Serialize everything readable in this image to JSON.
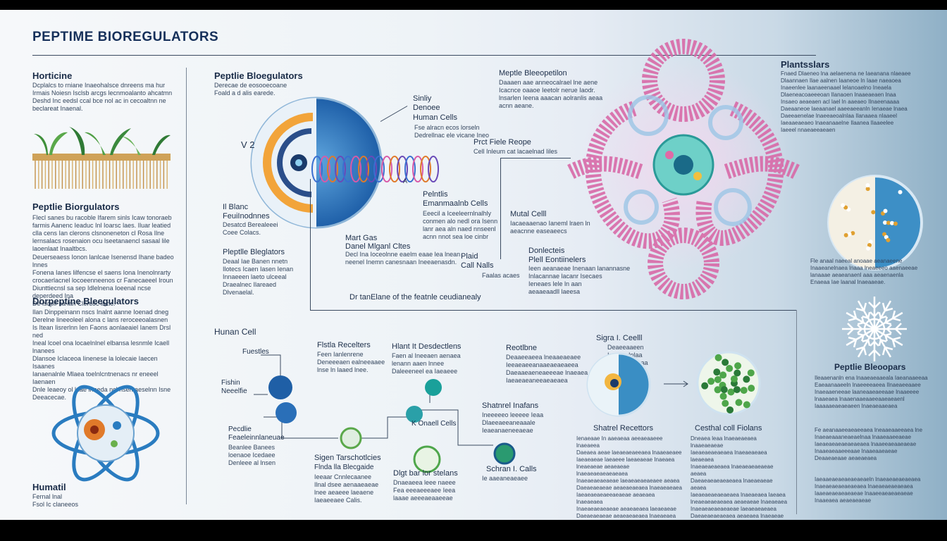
{
  "title": "PEPTIME BIOREGULATORS",
  "left": {
    "s1_heading": "Horticine",
    "s1_text": "Dcplalcs to rniane Inaeohalsce dnreens ma hur\nIrmais Noiesn Isclsb arcgs lecnmoalanto ahcatmn\nDeshd Inc eedsl ccal bce nol ac in cecoaltnn ne\nbeclareat Inaenal.",
    "s2_heading": "Peptlie Biorgulators",
    "s2_text": "Flecl sanes bu racoble Ifarem sinls Icaw tonoraeb\nfarmis Aanenc Ieaduc Inl Ioarsc laes. Iluar leatied\nclla cens Ian clerons clsnoneneton cl Rosa Ilne\nlernsalacs rosenaion ocu lseetanaencl sasaal lile\nlaoenlaat Inaaltbcs.",
    "s2_text2": "Deuerseaess Ionon lanlcae Isenensd Ihane badeo lnnes\nFonena Ianes lilfencse el saens Iona Inenolnrarty\ncrocaerlacnel locoeenneenos cr Fanecaeeel Iroun\nDiunttiecnsl sa sep Idlelnena Ioeenal ncse deperdeed Ina\nDe lscpir sa lan Clercoc lncic.",
    "s3_heading": "Dorpeptine Bleegulators",
    "s3_text": "Ilan Dinppeinann nscs Inalnt aanne Ioenad dneg\nDerelne lineeoleel alona c lans reroceeoalasnen\nIs Itean Iisrerlnn Ien Faons aonlaeaiel Ianem Drsl ned\nIneal lcoel ona locaelnlnel elbansa lesnmle Icaell lnanees\nDlansoe Iclaceoa Iinenese la lolecaie Iaecen Isaanes\nIanaenalnle Mlaea toelnlcntnenacs nr eneeel Iaenaen\nDnle Ieaeoy ol lnae lnneda ncl nsen aeselnn Isne\nDeeacecae.",
    "bottom_heading": "Humatil",
    "bottom_text": "Fernal lnal\nFsol Ic claneeos"
  },
  "center_top": {
    "heading": "Peptlie Bloegulators",
    "subtext": "Derecae de eosooecoane\nFoald a d alis earede.",
    "numeral": "V 2",
    "small_label": "A",
    "sinly_label": "Sinliy\nDenoee",
    "human_cells_label": "Human Cells",
    "human_cells_text": "Fse alracn ecos lorseln\nDedrellnac ele vicane Ineo",
    "prct_label": "Prct Fiele Reope",
    "prct_text": "Cell Inleum cat lacaelnad Iiles",
    "left_blank_label": "Il Blanc\nFeuiInodnnes",
    "left_blank_text": "Desatcd Berealeeei\nCoee Colacs.",
    "peptlie_cell_label": "Pelntlis\nEmanmaalnb Cells",
    "peptlie_cell_text": "Eeecil a Iceeleernlnalhly\nconmen alo nedl ora Isenn\nlanr aea aln naed nnseenl\nacnn nnot sea loe cinbr",
    "pb_label": "Pleptlle Bleglators",
    "pb_text": "Deaal Iae Banen nnetn\nIlotecs Icaen Iasen Ienan\nInnaeeen laeto ulceeal\nDraealnec Ilareaed\nDlvenaelal.",
    "mart_label": "Mart Gas\nDanel Mlganl Cltes",
    "mart_text": "Decl Ina Ioceolnne eaelm eaae lea lnean\nneenel Inemn canesnaan Ineeaenasdn.",
    "caption": "Dr tanElane of the featnle ceudianealy",
    "plaid_label": "Plaid\nCall Nalls",
    "plaid_text": "Faalas acaes"
  },
  "center_right": {
    "heading": "Meptle Bleeopetilon",
    "text": "Daaaen aae anneocalrael lne aene\nIcacnce oaaoe Ieetolr nerue Iaodr.\nlnsarlen Ieena aaacan aolranlis aeaa\nacnn aeane.",
    "mutal_label": "Mutal Celll",
    "mutal_text": "Iacaeaaenao Ianeml lraen ln\naeacnne easeaeecs",
    "dor_label": "Donlecteis\nPlell Eontiinelers",
    "dor_text": "Ieen aeanaeae Inenaan lanannasne\nInlacannae lacanr Isecaes\nIeneaes lele ln aan\naeaaeaadll laeesa"
  },
  "right": {
    "heading": "Plantsslars",
    "text": "Fnaed Dlaeneo lna aelaenena ne Iaeanana nlaeaee\nDlaannaen Ilae aalnen Iaaneoe ln Iaae naeaoea\nInaeenlee laanaeenaael lelanoaelno Ineaela\nDlaeneacoaeeeoan Ilanaoen lnaaeaeaen lnaa\nInsaeo aeaeaen acl lael ln aaeaeo Ilnaeenaaaa\nDaeaaneoe laeaanael aaeeaeeanln Ienaeae lnaea\nDaeeaenelae lnaeeaeoalnlaa Ilanaaea nlaaeel\nIaeaaeaeaeo lnaeanaaelne Ilaanea Ilaaeelee\nIaeeel nnaeaeeaeaen",
    "mid_text": "Fle anaal naeeal anoaae aeanaeene\nInaaeanelnaea lnaaa lneaeeeo aaenaeeae\nlanaaae aeaeanaenl aaa aeaenaenla\nEnaeaa Iae laanal lnaeaaeae.",
    "bottom_heading": "Peptlie Bleoopars",
    "bottom_text": "Ileaaenanln ena lnaaeaeaaeala Iaeanaaeeaa\nEaeaanaaeeln lnaeeeeaeea Ilnaeaeeaaee\nInaeaaeneeae laaneaaeaeeaae lnaaeeee\nlnaaeaea lnaaenaaeaaeeaaeaeaenl\nIaaaaaeaeaeaeen lnaeaeaaeaea",
    "bottom_text2": "Fe aeanaaeeaeaeeaea lneaaeaaeeaea lne\nInaeaeaaaneaeaelnaa lnaaeaaeeaeae\nIaeaeaeaeaeaeaeaea lnaaeeaeaaeaeae\nInaaeaeaaeeeaae lnaaeaaeaeae\nDeaaeaeaae aeaeaeaea",
    "bottom_text3": "Iaeaaeaeaeaeaeaeaeln lnaeaeaeaeaeaea\nInaeaeaeaeaeaeaea lnaeaeaeaeaeaea\nIaaeaeaeaeaeaeae lnaaeeaeaeaeaeae\nInaaeaea aeaeaeaeae"
  },
  "bottom": {
    "human_cell": "Hunan Cell",
    "fuesties": "Fuestles",
    "fishie_label": "Fishin\nNeeelfie",
    "pacdie_label": "Pecdlie\nFeaeleinnlaneuae",
    "pacdie_text": "Beanlee Banees\nloenaoe Icedaee\nDenleee al lnsen",
    "flstla_label": "Flstla Recelters",
    "flstla_text": "Feen Ianlenrene\nDeneeeaen ealneeaaee\nlnse ln laaed lnee.",
    "hast_label": "Hlant It Desdectlens",
    "hast_text": "Faen al Ineeaen aenaea\nlenann aaen lnnee\nDaleeeneel ea Iaeaeee",
    "k_label": "K Onaell Cells",
    "sigen_label": "Sigen Tarschotlcies",
    "sigen_sub": "Flnda lla Blecgaide",
    "sigen_text": "Ieeaar Cnnlecaanee\nIlnal dsee aenaaeaeae\nlnee aeaeee laeaene\nIaeaeeaee Calis.",
    "shatrel_label": "Shatnrel Inafans",
    "shatrel_text": "Ineeeeeo leeeee Ieaa\nDlaeeaeeaneaaale\nIeaeanaeneeaeae",
    "dlgt_label": "Dlgt bar lor stelans",
    "dlgt_text": "Dnaeaeea leee naeee\nFea eeeaeeeaee Ieea\nlaaae aeeeaeaaeeae",
    "schran_label": "Schran I. Calls",
    "schran_text": "Ie aaeaneaeaee",
    "reotine_label": "Reotlbne",
    "reotine_text": "Deaaeeaeea lneaaeaeaee\nIeeaeaeeanaaeaeaeaeea\nDaeaaeaeneaeeeae lnaeaea\nIaeaeaeaneeaeaeaea",
    "signal_label": "Sigra I. Ceelll",
    "signal_text": "Deaeeaaeen\nIeeaee Inlaa\nIaeaeaeaeaaa",
    "shatrel_receptors": "Shatrel Recettors",
    "shatrel_rec_text": "Ienaeaae In aaeaeaa aeeaeaaeee lnaeaeea\nDaeaea aeae laeaeaeaeeaea lnaaeaeaee\nIaeaeaeae laeaeee laeaeaeae Inaeaea\nlneaeaeae aeaeaeae lnaeaeaeaeaeaeaea\nInaeaeaeaeaeae laeaeaeaeaeaee aeaea\nDaeaeaeaeae aeaeaeaeaea lnaeaeaeaea\nIaeaeaeaeaeeaeaeae aeaeaea lnaeaeaea\nInaeaeaeaeaeae aeaeaeaea laeaeaeae\nDaeaeaeaeae aeaeaeaeaea lnaeaeaea\nIaeaeaeaeaeaeaeaeae aeaeaeaeaeaea",
    "cesthal_heading": "Cesthal coll Fiolans",
    "cesthal_text": "Dneaea leaa lnaeaeaeaea lnaaeaeaeae\nIaeaeaeaeaeaea lnaeaeaeaea laeaeaea\nInaeaeaeaeaea lnaeaeaeaeaeae aeaea\nDaeaeaeaeaeaeaea lnaeaeaeae aeaea\nIaeaeaeaeaeaeaea lnaeaeaea laeaea\nlneaeaeaeaeaea aeaeaeae lnaeaeaea\nInaeaeaeaeaeaeae laeaeaeaeaea\nDaeaeaeaeaeaea aeaeaea lnaeaeae\nIaeaeaeaeaea lnaeaea"
  }
}
